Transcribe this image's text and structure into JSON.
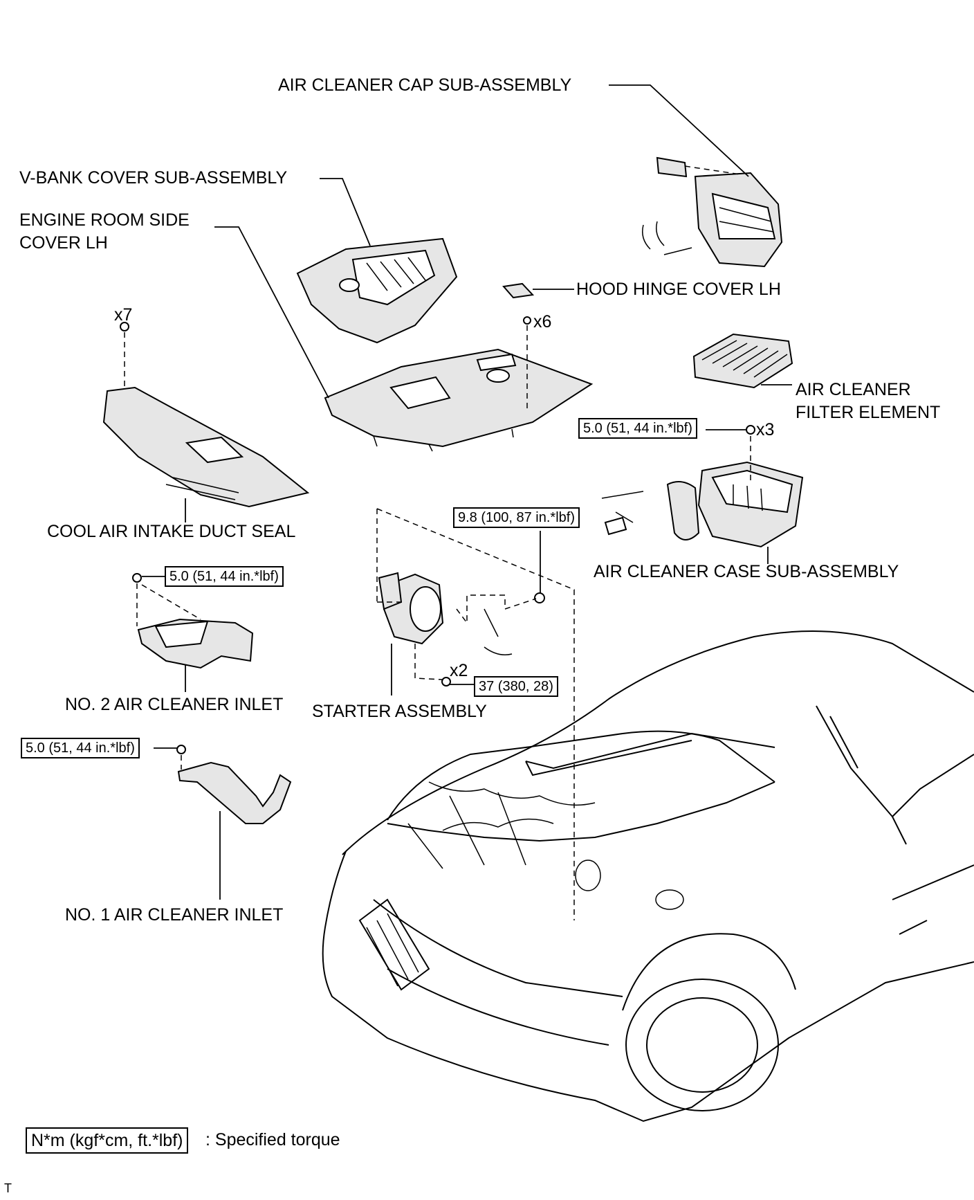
{
  "labels": {
    "air_cleaner_cap": "AIR CLEANER CAP SUB-ASSEMBLY",
    "v_bank_cover": "V-BANK COVER SUB-ASSEMBLY",
    "engine_room_side_cover_line1": "ENGINE ROOM SIDE",
    "engine_room_side_cover_line2": "COVER LH",
    "hood_hinge_cover": "HOOD HINGE COVER LH",
    "air_cleaner_filter_line1": "AIR CLEANER",
    "air_cleaner_filter_line2": "FILTER ELEMENT",
    "cool_air_intake": "COOL AIR INTAKE DUCT SEAL",
    "air_cleaner_case": "AIR CLEANER CASE SUB-ASSEMBLY",
    "no2_inlet": "NO. 2 AIR CLEANER INLET",
    "starter": "STARTER ASSEMBLY",
    "no1_inlet": "NO. 1 AIR CLEANER INLET"
  },
  "quantities": {
    "x7": "x7",
    "x6": "x6",
    "x3": "x3",
    "x2": "x2"
  },
  "torques": {
    "air_case": "5.0 (51, 44 in.*lbf)",
    "starter_nut": "9.8 (100, 87 in.*lbf)",
    "no2_inlet": "5.0 (51, 44 in.*lbf)",
    "starter_bolt": "37 (380, 28)",
    "no1_inlet": "5.0 (51, 44 in.*lbf)"
  },
  "legend": {
    "unit": "N*m (kgf*cm, ft.*lbf)",
    "text": ": Specified torque"
  },
  "corner_mark": "T"
}
